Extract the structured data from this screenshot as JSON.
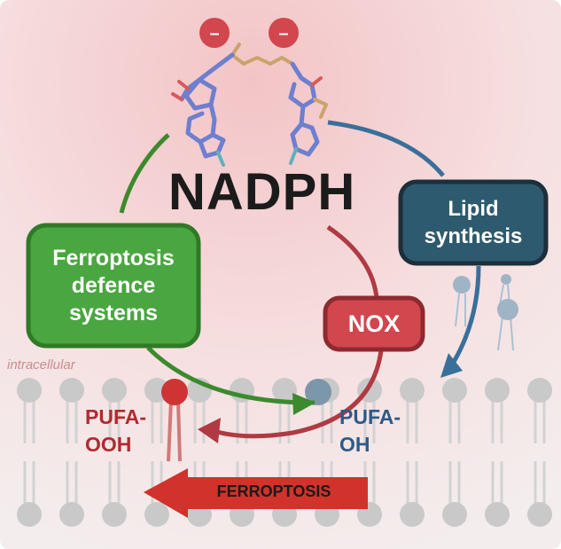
{
  "diagram": {
    "center_label": "NADPH",
    "ferroptosis_defence_box": "Ferroptosis\ndefence\nsystems",
    "lipid_synthesis_box": "Lipid\nsynthesis",
    "nox_box": "NOX",
    "compartment_label": "intracellular",
    "pufa_ooh_label": "PUFA-\nOOH",
    "pufa_oh_label": "PUFA-\nOH",
    "ferroptosis_arrow_label": "FERROPTOSIS",
    "charge_symbol": "–",
    "colors": {
      "defence_green": "#4aa640",
      "lipid_teal": "#2d5a6e",
      "nox_red": "#d2464d",
      "ferroptosis_red": "#d1322c",
      "pufa_ooh_red": "#b02a2f",
      "pufa_oh_blue": "#2d5a88",
      "membrane_grey": "#c9c9c9",
      "arrow_blue": "#3a6f9a",
      "arrow_green": "#3c8a2e",
      "arrow_red": "#b03a43"
    }
  }
}
